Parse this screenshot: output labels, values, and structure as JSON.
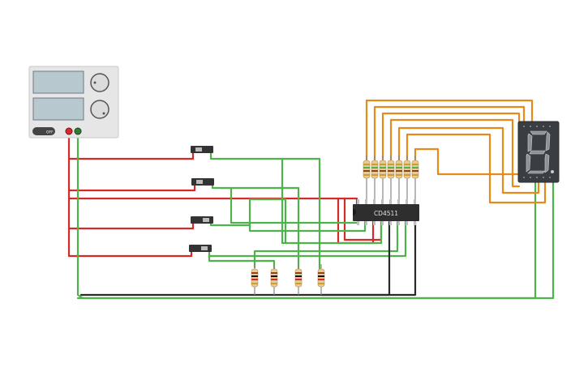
{
  "power_supply": {
    "button_label": "OFF"
  },
  "ic": {
    "label": "CD4511"
  },
  "colors": {
    "wire_red": "#d42a2a",
    "wire_green": "#4db34a",
    "wire_black": "#2a2a2a",
    "wire_orange": "#e88a1a",
    "ic_body": "#2e2e2e",
    "display_body": "#3a3d42",
    "resistor_body": "#e8c99a"
  },
  "components": {
    "switch_count": 4,
    "input_resistor_count": 4,
    "output_resistor_count": 7
  }
}
